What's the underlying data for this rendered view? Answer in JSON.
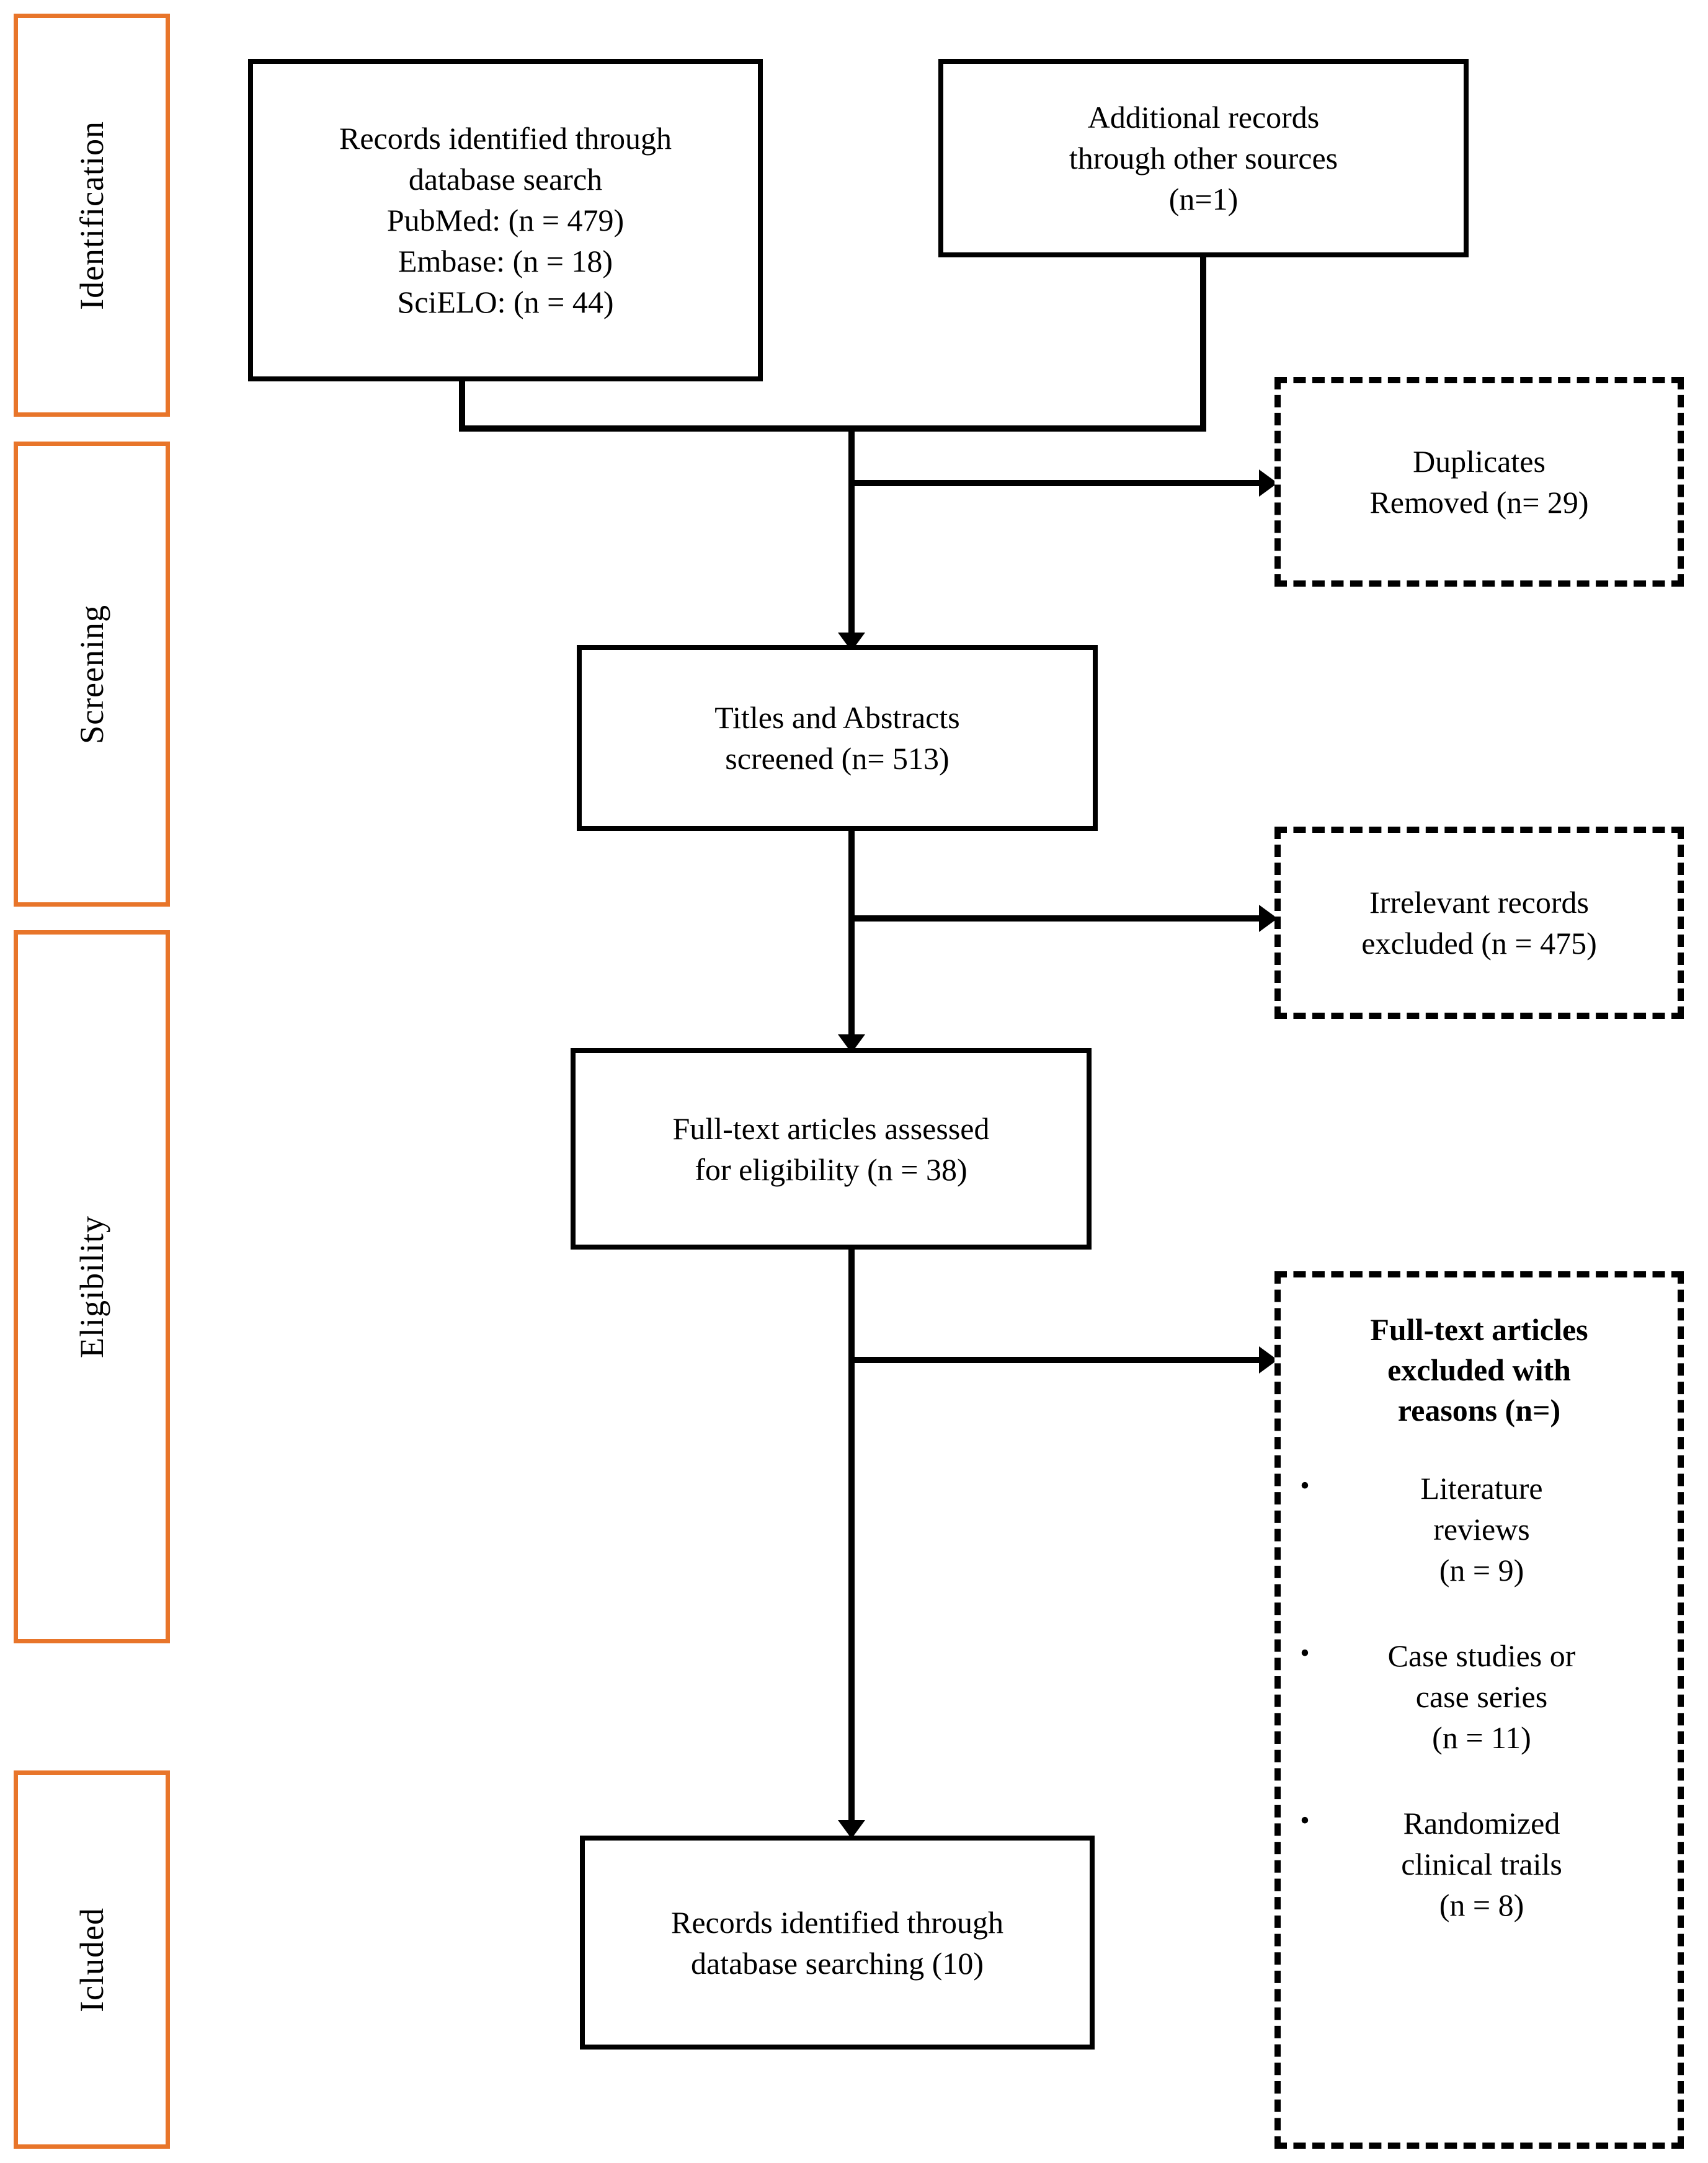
{
  "diagram": {
    "type": "PRISMA flow diagram",
    "stages": [
      {
        "label": "Identification"
      },
      {
        "label": "Screening"
      },
      {
        "label": "Eligibility"
      },
      {
        "label": "Icluded"
      }
    ],
    "boxes": {
      "records_identified": {
        "lines": [
          "Records identified through",
          "database search",
          "PubMed: (n = 479)",
          "Embase: (n = 18)",
          "SciELO: (n = 44)"
        ]
      },
      "additional_records": {
        "lines": [
          "Additional records",
          "through other sources",
          "(n=1)"
        ]
      },
      "duplicates_removed": {
        "lines": [
          "Duplicates",
          "Removed (n= 29)"
        ]
      },
      "titles_abstracts": {
        "lines": [
          "Titles and Abstracts",
          "screened (n= 513)"
        ]
      },
      "irrelevant_excluded": {
        "lines": [
          "Irrelevant records",
          "excluded (n = 475)"
        ]
      },
      "full_text_assessed": {
        "lines": [
          "Full-text articles assessed",
          "for eligibility (n = 38)"
        ]
      },
      "full_text_excluded": {
        "title_lines": [
          "Full-text articles",
          "excluded with",
          "reasons (n=)"
        ],
        "reasons": [
          {
            "lines": [
              "Literature",
              "reviews",
              "(n = 9)"
            ]
          },
          {
            "lines": [
              "Case studies or",
              "case series",
              "(n = 11)"
            ]
          },
          {
            "lines": [
              "Randomized",
              "clinical trails",
              "(n = 8)"
            ]
          }
        ]
      },
      "included_records": {
        "lines": [
          "Records identified through",
          "database searching (10)"
        ]
      }
    },
    "colors": {
      "stage_border": "#E8752A",
      "box_border": "#000000",
      "background": "#ffffff",
      "text": "#000000"
    }
  }
}
